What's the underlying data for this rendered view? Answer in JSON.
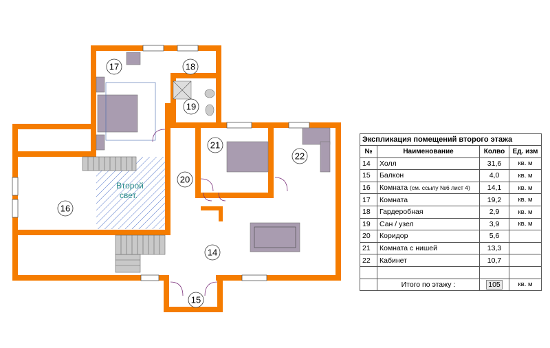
{
  "rooms": [
    {
      "id": "14"
    },
    {
      "id": "15"
    },
    {
      "id": "16"
    },
    {
      "id": "17"
    },
    {
      "id": "18"
    },
    {
      "id": "19"
    },
    {
      "id": "20"
    },
    {
      "id": "21"
    },
    {
      "id": "22"
    }
  ],
  "second_light": {
    "line1": "Второй",
    "line2": "свет."
  },
  "explication": {
    "title": "Экспликация помещений второго этажа",
    "headers": {
      "num": "№",
      "name": "Наименование",
      "qty": "Колво",
      "unit": "Ед. изм"
    },
    "rows": [
      {
        "num": "14",
        "name": "Холл",
        "note": "",
        "qty": "31,6",
        "unit": "кв. м"
      },
      {
        "num": "15",
        "name": "Балкон",
        "note": "",
        "qty": "4,0",
        "unit": "кв. м"
      },
      {
        "num": "16",
        "name": "Комната",
        "note": "(см. ссылу №6 лист 4)",
        "qty": "14,1",
        "unit": "кв. м"
      },
      {
        "num": "17",
        "name": "Комната",
        "note": "",
        "qty": "19,2",
        "unit": "кв. м"
      },
      {
        "num": "18",
        "name": "Гардеробная",
        "note": "",
        "qty": "2,9",
        "unit": "кв. м"
      },
      {
        "num": "19",
        "name": "Сан / узел",
        "note": "",
        "qty": "3,9",
        "unit": "кв. м"
      },
      {
        "num": "20",
        "name": "Коридор",
        "note": "",
        "qty": "5,6",
        "unit": ""
      },
      {
        "num": "21",
        "name": "Комната с нишей",
        "note": "",
        "qty": "13,3",
        "unit": ""
      },
      {
        "num": "22",
        "name": "Кабинет",
        "note": "",
        "qty": "10,7",
        "unit": ""
      }
    ],
    "total": {
      "label": "Итого по этажу :",
      "qty": "105",
      "unit": "кв. м"
    }
  },
  "colors": {
    "wall": "#f57c00",
    "furniture": "#a99cb0",
    "hatch": "#5577cc",
    "svet_text": "#2a8a8a"
  }
}
